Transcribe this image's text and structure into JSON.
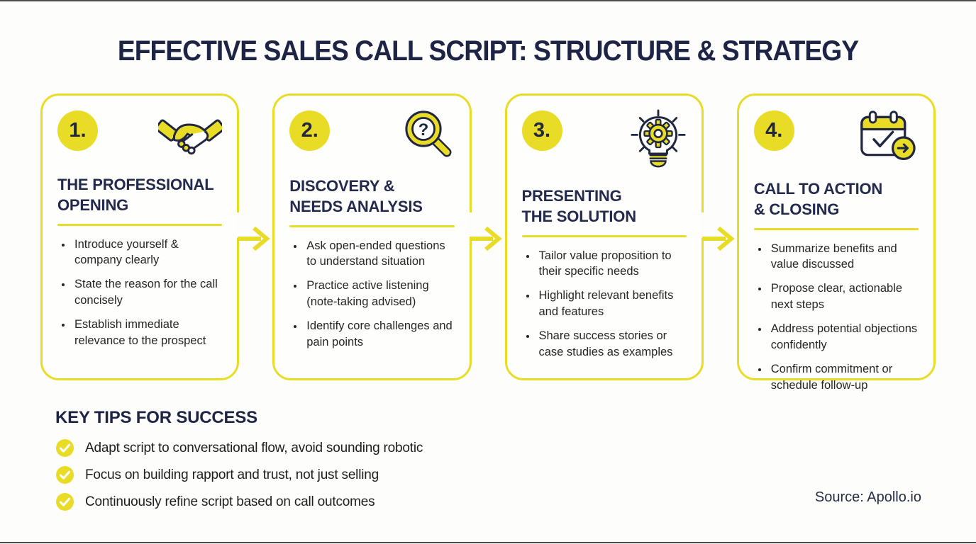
{
  "page": {
    "title": "EFFECTIVE SALES CALL SCRIPT: STRUCTURE & STRATEGY",
    "source": "Source: Apollo.io"
  },
  "colors": {
    "yellow": "#e9dc26",
    "navy": "#1d2445",
    "body_text": "#262626"
  },
  "cards": [
    {
      "number": "1.",
      "icon": "handshake-icon",
      "title": "THE PROFESSIONAL\nOPENING",
      "bullets": [
        "Introduce yourself & company clearly",
        "State the reason for the call concisely",
        "Establish immediate relevance to the prospect"
      ]
    },
    {
      "number": "2.",
      "icon": "magnifier-question-icon",
      "title": "DISCOVERY &\nNEEDS ANALYSIS",
      "bullets": [
        "Ask open-ended questions to understand situation",
        "Practice active listening (note-taking advised)",
        "Identify core challenges and pain points"
      ]
    },
    {
      "number": "3.",
      "icon": "lightbulb-gear-icon",
      "title": "PRESENTING\nTHE SOLUTION",
      "bullets": [
        "Tailor value proposition to their specific needs",
        "Highlight relevant benefits and features",
        "Share success stories or case studies as examples"
      ]
    },
    {
      "number": "4.",
      "icon": "calendar-check-icon",
      "title": "CALL TO ACTION\n& CLOSING",
      "bullets": [
        "Summarize benefits and value discussed",
        "Propose clear, actionable next steps",
        "Address potential objections confidently",
        "Confirm commitment or schedule follow-up"
      ]
    }
  ],
  "tips": {
    "heading": "KEY TIPS FOR SUCCESS",
    "items": [
      "Adapt script to conversational flow, avoid sounding robotic",
      "Focus on building rapport and trust, not just selling",
      "Continuously refine script based on call outcomes"
    ]
  }
}
